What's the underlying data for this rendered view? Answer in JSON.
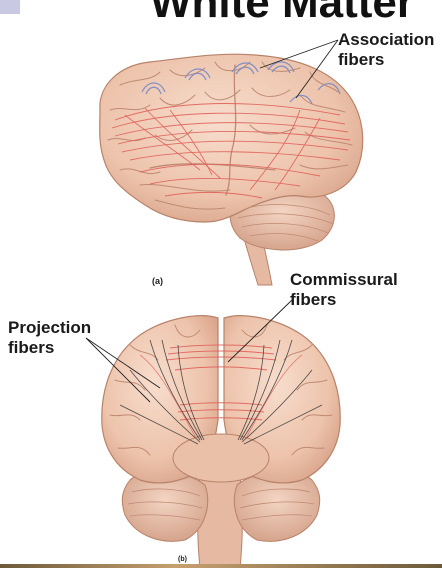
{
  "header": {
    "title_fragment": "White Matter"
  },
  "labels": {
    "association": [
      "Association",
      "fibers"
    ],
    "commissural": [
      "Commissural",
      "fibers"
    ],
    "projection": [
      "Projection",
      "fibers"
    ],
    "panel_a": "(a)",
    "panel_b": "(b)"
  },
  "colors": {
    "brain_fill": "#efc9b4",
    "gyri_stroke": "#b8826a",
    "fiber_red": "#e0605a",
    "fiber_blue": "#7f8fc8",
    "fiber_dark": "#333333"
  }
}
